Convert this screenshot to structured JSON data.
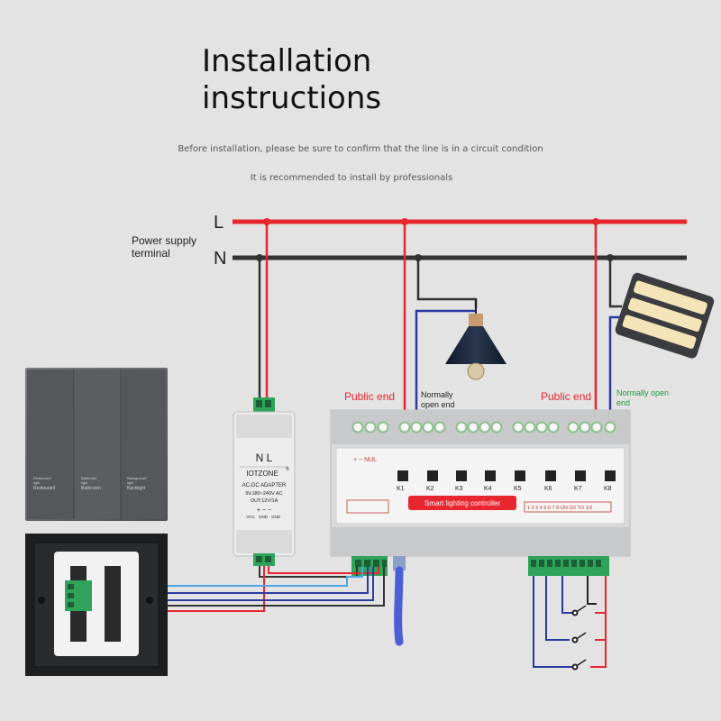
{
  "heading": {
    "line1": "Installation",
    "line2": "instructions"
  },
  "notes": {
    "confirm": "Before installation, please be sure to confirm that the line is in a circuit condition",
    "professional": "It is recommended to install by professionals"
  },
  "power": {
    "live_label": "L",
    "neutral_label": "N",
    "supply_label_line1": "Power supply",
    "supply_label_line2": "terminal"
  },
  "controller": {
    "public_end_1": "Public end",
    "public_end_2": "Public end",
    "no_end_1_line1": "Normally",
    "no_end_1_line2": "open end",
    "no_end_2_line1": "Normally open",
    "no_end_2_line2": "end",
    "name": "Smart lighting controller",
    "relays": [
      "K1",
      "K2",
      "K3",
      "K4",
      "K5",
      "K6",
      "K7",
      "K8"
    ],
    "input_numbers": "1 2 3 4 5 6 7 8 ON 2/2 TO 1/2",
    "top_symbols": "+ − NUL"
  },
  "adapter": {
    "terminals": "N   L",
    "brand": "IOTZONE",
    "registered": "®",
    "type": "AC-DC ADAPTER",
    "input": "IN:180~240V AC",
    "output": "OUT:12V/1A",
    "pins": [
      "VCC",
      "GND",
      "GND"
    ],
    "pin_signs": "+  −  −"
  },
  "switch_panel": {
    "keys": [
      {
        "line1": "Restaurant",
        "line2": "light",
        "name": "Restaurant"
      },
      {
        "line1": "Bathroom",
        "line2": "light",
        "name": "Bathroom"
      },
      {
        "line1": "Background",
        "line2": "light",
        "name": "Backlight"
      }
    ]
  },
  "colors": {
    "live": "#e8262f",
    "neutral": "#333333",
    "blue": "#2b3aa0",
    "light_blue": "#4aa6e6",
    "terminal_green": "#2fa35a",
    "public_end": "#e8262f",
    "normally_open": "#1e9a3c"
  }
}
